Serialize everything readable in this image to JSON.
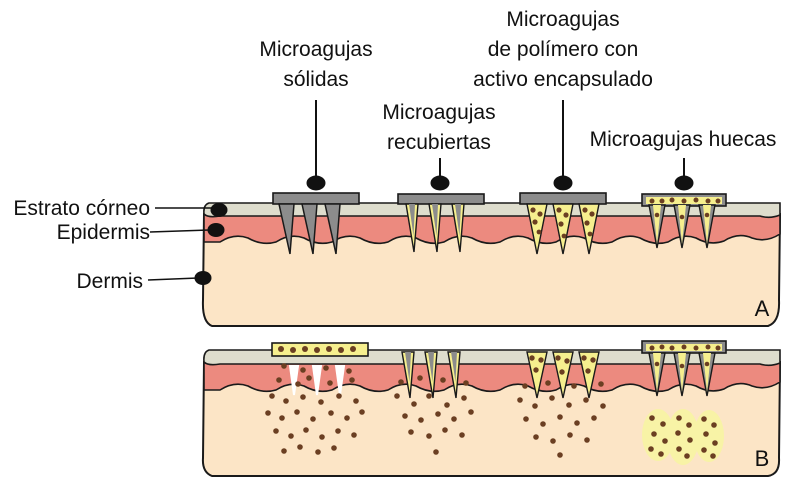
{
  "labels": {
    "solid": [
      "Microagujas",
      "sólidas"
    ],
    "coated": [
      "Microagujas",
      "recubiertas"
    ],
    "polymer": [
      "Microagujas",
      "de polímero con",
      "activo encapsulado"
    ],
    "hollow": [
      "Microagujas huecas"
    ]
  },
  "layers": {
    "stratum_corneum": "Estrato córneo",
    "epidermis": "Epidermis",
    "dermis": "Dermis"
  },
  "panels": {
    "a": "A",
    "b": "B"
  },
  "colors": {
    "dermis": "#fce5c6",
    "epidermis": "#ec8a7f",
    "corneum": "#deddcd",
    "needle_gray": "#8c8c8c",
    "needle_yellow": "#f6ef8e",
    "particle": "#6b3f22",
    "outline": "#1a1a1a"
  }
}
